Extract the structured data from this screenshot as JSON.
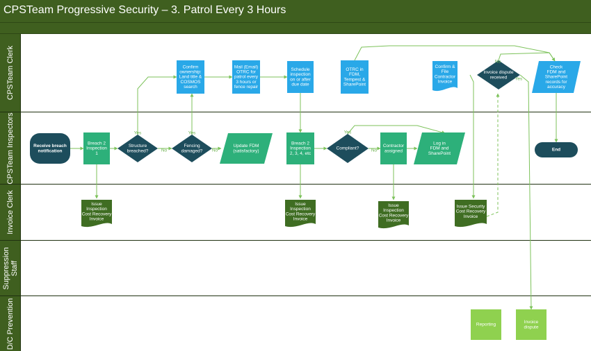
{
  "header": {
    "title": "CPSTeam Progressive Security – 3. Patrol Every 3 Hours"
  },
  "lanes": {
    "clerk": "CPSTeam Clerk",
    "inspectors": "CPSTeam Inspectors",
    "invoice": "Invoice Clerk",
    "suppression": [
      "Suppression",
      "Staff"
    ],
    "dc": "D/C Prevention"
  },
  "nodes": {
    "start": [
      "Receive breach",
      "notification"
    ],
    "breach1": [
      "Breach 2",
      "Inspection",
      "1"
    ],
    "structure": [
      "Structure",
      "breached?"
    ],
    "fencing": [
      "Fencing",
      "damaged?"
    ],
    "update_fdm": [
      "Update FDM",
      "(satisfactory)"
    ],
    "confirm_own": [
      "Confirm",
      "ownership:",
      "Land title &",
      "COSMOS",
      "search"
    ],
    "mail": [
      "Mail (Email)",
      "OTRC for",
      "patrol every",
      "3 hours or",
      "fence repair"
    ],
    "schedule": [
      "Schedule",
      "inspection",
      "on or after",
      "due date"
    ],
    "otrc": [
      "OTRC in",
      "FDM,",
      "Tempest &",
      "SharePoint"
    ],
    "confirm_file": [
      "Confirm &",
      "File",
      "Contractor",
      "Invoice"
    ],
    "dispute": [
      "Invoice dispute",
      "received"
    ],
    "check_fdm": [
      "Check",
      "FDM and",
      "SharePoint",
      "records for",
      "accuracy"
    ],
    "breach2": [
      "Breach 2",
      "Inspection",
      "2, 3, 4, etc"
    ],
    "compliant": [
      "Compliant?"
    ],
    "contractor": [
      "Contractor",
      "assigned"
    ],
    "logfdm": [
      "Log in",
      "FDM and",
      "SharePoint"
    ],
    "end": [
      "End"
    ],
    "inv1": [
      "Issue",
      "Inspection",
      "Cost Recovery",
      "Invoice"
    ],
    "inv2": [
      "Issue",
      "Inspection",
      "Cost Recovery",
      "Invoice"
    ],
    "inv3": [
      "Issue",
      "Inspection",
      "Cost Recovery",
      "Invoice"
    ],
    "inv_sec": [
      "Issue Security",
      "Cost Recovery",
      "Invoice"
    ],
    "reporting": [
      "Reporting"
    ],
    "inv_dispute": [
      "Invoice",
      "dispute"
    ]
  },
  "edge_labels": {
    "yes": "Yes",
    "no": "No",
    "yes2": "Yes",
    "no2": "No",
    "yes3": "Yes",
    "no3": "No",
    "no4": "No",
    "yes4": "Yes"
  },
  "colors": {
    "header": "#3f5f1f",
    "blue": "#29a8e8",
    "navy": "#1d4d5c",
    "process_green": "#2db07a",
    "dark_green": "#3f6d22",
    "light_green": "#8fd14f",
    "connector": "#7cc25a"
  }
}
